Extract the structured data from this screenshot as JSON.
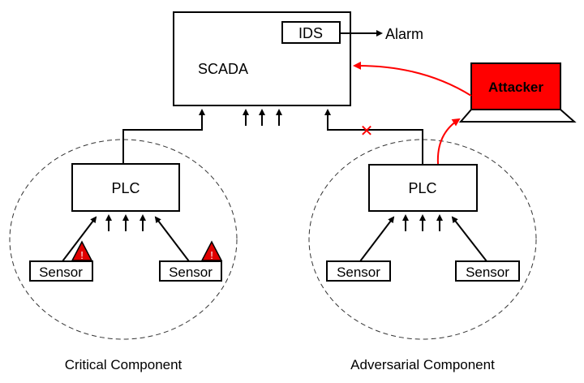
{
  "diagram": {
    "scada": {
      "label": "SCADA"
    },
    "ids": {
      "label": "IDS"
    },
    "alarm": {
      "label": "Alarm"
    },
    "attacker": {
      "label": "Attacker",
      "color": "#ff0000"
    },
    "critical": {
      "caption": "Critical Component",
      "plc_label": "PLC",
      "sensor_left": "Sensor",
      "sensor_right": "Sensor",
      "warning_symbol": "!"
    },
    "adversarial": {
      "caption": "Adversarial Component",
      "plc_label": "PLC",
      "sensor_left": "Sensor",
      "sensor_right": "Sensor"
    },
    "blocked_link_symbol": "✕",
    "colors": {
      "attack": "#ff0000",
      "line": "#000000",
      "warning": "#e00000"
    }
  }
}
